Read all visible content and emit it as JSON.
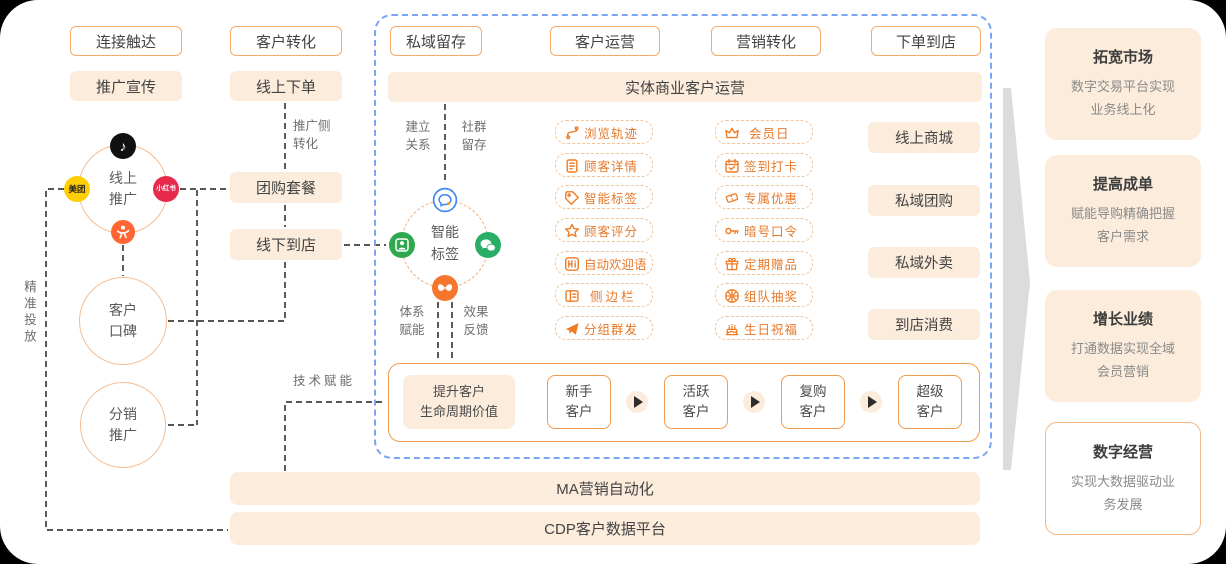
{
  "reach": {
    "header": "连接触达",
    "promo": "推广宣传",
    "side_label": "精准投放",
    "nodes": {
      "online": {
        "label": "线上推广"
      },
      "reputation": {
        "label": "客户口碑"
      },
      "distribution": {
        "label": "分销推广"
      }
    },
    "platforms": {
      "douyin_glyph": "♪",
      "meituan": "美团",
      "xiaohongshu": "小红书"
    }
  },
  "convert": {
    "header": "客户转化",
    "online_order": "线上下单",
    "edge_label_1": "推广侧",
    "edge_label_2": "转化",
    "group_deal": "团购套餐",
    "offline_store": "线下到店"
  },
  "pd": {
    "headers": [
      "私域留存",
      "客户运营",
      "营销转化",
      "下单到店"
    ],
    "banner": "实体商业客户运营",
    "hub": {
      "label": "智能标签",
      "top_left": "建立关系",
      "top_right": "社群留存",
      "bottom_left": "体系赋能",
      "bottom_right": "效果反馈",
      "icon_names": [
        "chat-service-icon",
        "customer-contact-icon",
        "wechat-icon",
        "weimob-icon"
      ]
    },
    "features_left": [
      {
        "icon": "#i-route",
        "label": "浏览轨迹"
      },
      {
        "icon": "#i-doc",
        "label": "顾客详情"
      },
      {
        "icon": "#i-tag",
        "label": "智能标签"
      },
      {
        "icon": "#i-star",
        "label": "顾客评分"
      },
      {
        "icon": "#i-hi",
        "label": "自动欢迎语"
      },
      {
        "icon": "#i-sidebar",
        "label": "侧边栏"
      },
      {
        "icon": "#i-send",
        "label": "分组群发"
      }
    ],
    "features_right": [
      {
        "icon": "#i-crown",
        "label": "会员日"
      },
      {
        "icon": "#i-calendar",
        "label": "签到打卡"
      },
      {
        "icon": "#i-ticket",
        "label": "专属优惠"
      },
      {
        "icon": "#i-key",
        "label": "暗号口令"
      },
      {
        "icon": "#i-gift",
        "label": "定期赠品"
      },
      {
        "icon": "#i-wheel",
        "label": "组队抽奖"
      },
      {
        "icon": "#i-cake",
        "label": "生日祝福"
      }
    ],
    "channels": [
      "线上商城",
      "私域团购",
      "私域外卖",
      "到店消费"
    ],
    "tech_label": "技术赋能",
    "lifecycle": {
      "title_1": "提升客户",
      "title_2": "生命周期价值",
      "stages": [
        "新手客户",
        "活跃客户",
        "复购客户",
        "超级客户"
      ]
    }
  },
  "platform_layers": [
    "MA营销自动化",
    "CDP客户数据平台"
  ],
  "benefits": [
    {
      "title": "拓宽市场",
      "desc": "数字交易平台实现业务线上化"
    },
    {
      "title": "提高成单",
      "desc": "赋能导购精确把握客户需求"
    },
    {
      "title": "增长业绩",
      "desc": "打通数据实现全域会员营销"
    },
    {
      "title": "数字经营",
      "desc": "实现大数据驱动业务发展"
    }
  ],
  "colors": {
    "peach_fill": "#fcecdc",
    "orange_border": "#ef9c50",
    "orange_text": "#e8792a",
    "blue_dashed": "#7aa4f5",
    "dark_dash": "#3f3f3f",
    "gray_arrow": "#dcdcdc"
  }
}
